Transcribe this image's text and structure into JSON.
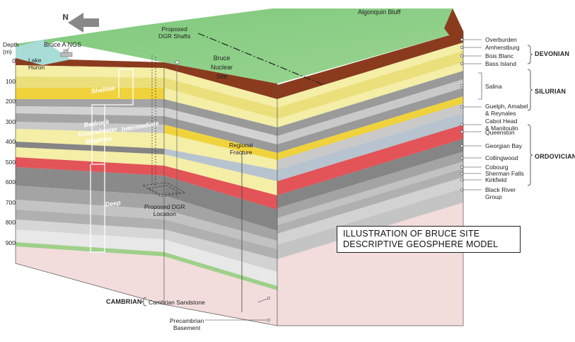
{
  "top": {
    "algonquin_bluff": "Algonquin Bluff",
    "bruce_a": "Bruce A NGS",
    "lake_huron": "Lake\nHuron",
    "site": "Bruce\nNuclear\nSite",
    "shafts": "Proposed\nDGR Shafts",
    "dgr_location": "Proposed DGR\nLocation",
    "regional_fracture": "Regional\nFracture"
  },
  "depth_axis": {
    "title": "Depth\n(m)",
    "ticks": [
      "0",
      "100",
      "200",
      "300",
      "400",
      "500",
      "600",
      "700",
      "800",
      "900"
    ]
  },
  "regimes": {
    "shallow": "Shallow",
    "intermediate": "Intermediate",
    "deep": "Deep",
    "title": "Bedrock\nGroundwater\nRegimes"
  },
  "formations": [
    "Overburden",
    "Amherstburg",
    "Bois Blanc",
    "Bass Island",
    "Salina",
    "Guelph, Amabel\n& Reynales",
    "Cabot Head\n& Manitoulin",
    "Queenston",
    "Georgian Bay",
    "Collingwood",
    "Cobourg",
    "Sherman Falls",
    "Kirkfield",
    "Black River\nGroup"
  ],
  "eras": {
    "devonian": "DEVONIAN",
    "silurian": "SILURIAN",
    "ordovician": "ORDOVICIAN",
    "cambrian": "CAMBRIAN"
  },
  "bottom": {
    "cambrian_sandstone": "Cambrian Sandstone",
    "precambrian": "Precambrian\nBasement"
  },
  "title": {
    "line1": "ILLUSTRATION OF BRUCE SITE",
    "line2": "DESCRIPTIVE GEOSPHERE MODEL"
  },
  "colors": {
    "grass": "#8ed08a",
    "lake": "#a8dcd6",
    "overburden": "#8a3b1e",
    "yellow_light": "#f4eea6",
    "yellow_mid": "#eadf7a",
    "yellow_dark": "#f0d33c",
    "grey_light": "#d2d2d2",
    "grey_mid": "#a4a4a4",
    "grey_dark": "#858585",
    "blue_grey": "#b7c4cf",
    "red": "#e25458",
    "green_line": "#9fd08a",
    "pink": "#f3dcdc"
  }
}
